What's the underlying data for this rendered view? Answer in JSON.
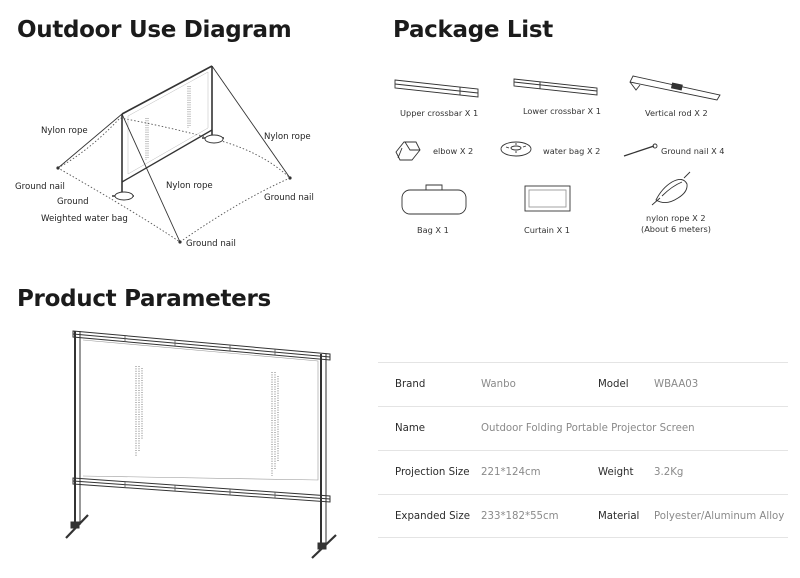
{
  "sections": {
    "outdoor_title": "Outdoor Use Diagram",
    "package_title": "Package List",
    "params_title": "Product Parameters"
  },
  "diagram_labels": {
    "nylon_rope_left": "Nylon rope",
    "nylon_rope_right": "Nylon rope",
    "nylon_rope_center": "Nylon rope",
    "ground_nail_left": "Ground nail",
    "ground_nail_right": "Ground nail",
    "ground_nail_bottom": "Ground nail",
    "ground": "Ground",
    "weighted_water_bag": "Weighted water bag"
  },
  "package_items": [
    {
      "label": "Upper crossbar X 1",
      "icon": "upper-crossbar-icon"
    },
    {
      "label": "Lower crossbar X 1",
      "icon": "lower-crossbar-icon"
    },
    {
      "label": "Vertical rod X 2",
      "icon": "vertical-rod-icon"
    },
    {
      "label": "elbow X 2",
      "icon": "elbow-icon"
    },
    {
      "label": "water bag X 2",
      "icon": "water-bag-icon"
    },
    {
      "label": "Ground nail X 4",
      "icon": "ground-nail-icon"
    },
    {
      "label": "Bag X 1",
      "icon": "bag-icon"
    },
    {
      "label": "Curtain X 1",
      "icon": "curtain-icon"
    },
    {
      "label": "nylon rope X 2",
      "sublabel": "(About 6 meters)",
      "icon": "nylon-rope-icon"
    }
  ],
  "params": [
    {
      "k1": "Brand",
      "v1": "Wanbo",
      "k2": "Model",
      "v2": "WBAA03"
    },
    {
      "k1": "Name",
      "v1": "Outdoor Folding Portable Projector Screen",
      "k2": "",
      "v2": ""
    },
    {
      "k1": "Projection Size",
      "v1": "221*124cm",
      "k2": "Weight",
      "v2": "3.2Kg"
    },
    {
      "k1": "Expanded Size",
      "v1": "233*182*55cm",
      "k2": "Material",
      "v2": "Polyester/Aluminum Alloy"
    }
  ]
}
